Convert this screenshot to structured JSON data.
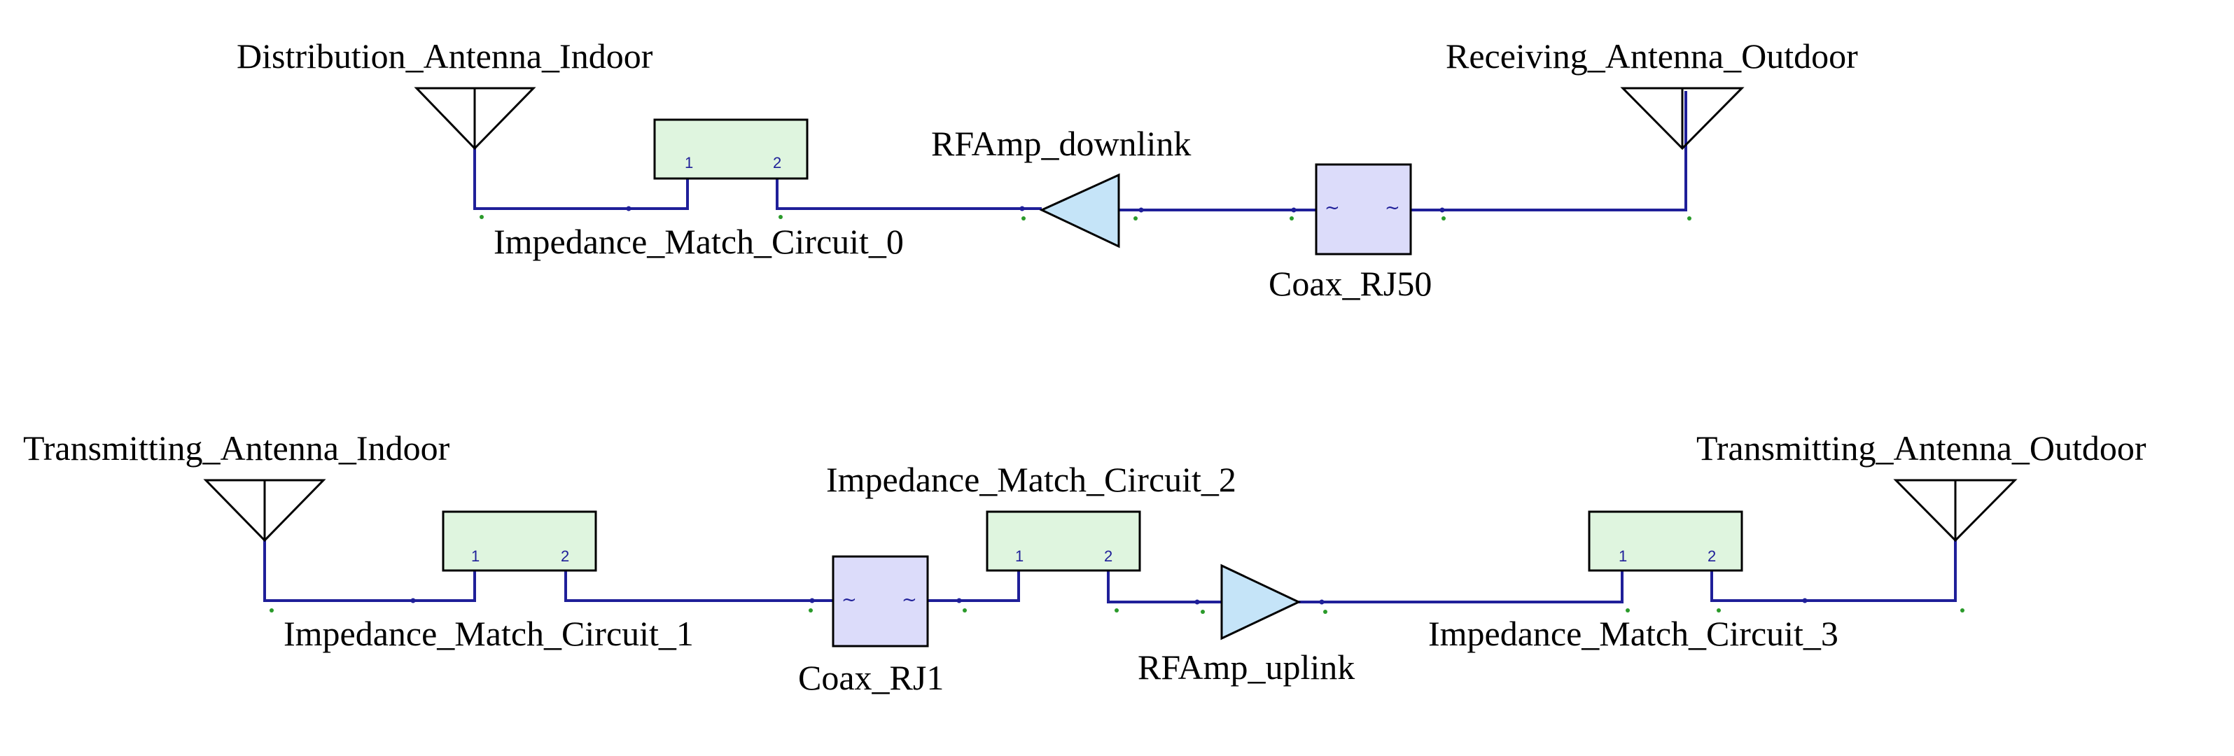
{
  "colors": {
    "wire": "#1f1f99",
    "junction": "#1f1f99",
    "port_dot": "#2a9a2a",
    "antenna": "#000000",
    "match_fill": "#dff5df",
    "match_stroke": "#000000",
    "coax_fill": "#dcdcfa",
    "coax_stroke": "#000000",
    "amp_fill": "#c5e4f8",
    "amp_stroke": "#000000",
    "pin_text": "#1f1f99",
    "coax_symbol": "#1f1f99"
  },
  "symbols": {
    "match_pin_1": "1",
    "match_pin_2": "2",
    "coax_glyph": "~"
  },
  "components": {
    "distribution_antenna_indoor": "Distribution_Antenna_Indoor",
    "receiving_antenna_outdoor": "Receiving_Antenna_Outdoor",
    "impedance_match_circuit_0": "Impedance_Match_Circuit_0",
    "rfamp_downlink": "RFAmp_downlink",
    "coax_rj50": "Coax_RJ50",
    "transmitting_antenna_indoor": "Transmitting_Antenna_Indoor",
    "impedance_match_circuit_1": "Impedance_Match_Circuit_1",
    "coax_rj1": "Coax_RJ1",
    "impedance_match_circuit_2": "Impedance_Match_Circuit_2",
    "rfamp_uplink": "RFAmp_uplink",
    "impedance_match_circuit_3": "Impedance_Match_Circuit_3",
    "transmitting_antenna_outdoor": "Transmitting_Antenna_Outdoor"
  }
}
